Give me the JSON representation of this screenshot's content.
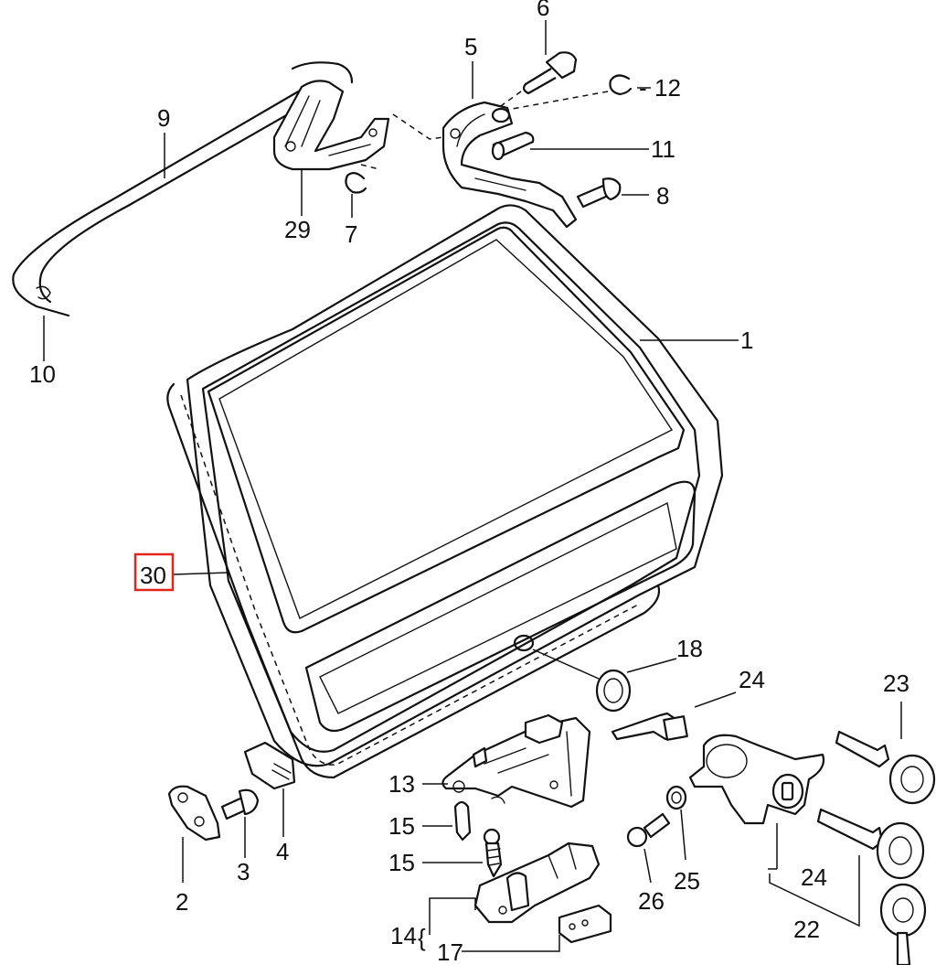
{
  "callouts": {
    "c1": "1",
    "c2": "2",
    "c3": "3",
    "c4": "4",
    "c5": "5",
    "c6": "6",
    "c7": "7",
    "c8": "8",
    "c9": "9",
    "c10": "10",
    "c11": "11",
    "c12": "12",
    "c13": "13",
    "c14": "14",
    "c15a": "15",
    "c15b": "15",
    "c17": "17",
    "c18": "18",
    "c22": "22",
    "c23": "23",
    "c24a": "24",
    "c24b": "24",
    "c25": "25",
    "c26": "26",
    "c29": "29",
    "c30": "30"
  },
  "highlight": {
    "callout": "30",
    "color": "#e1251b"
  }
}
